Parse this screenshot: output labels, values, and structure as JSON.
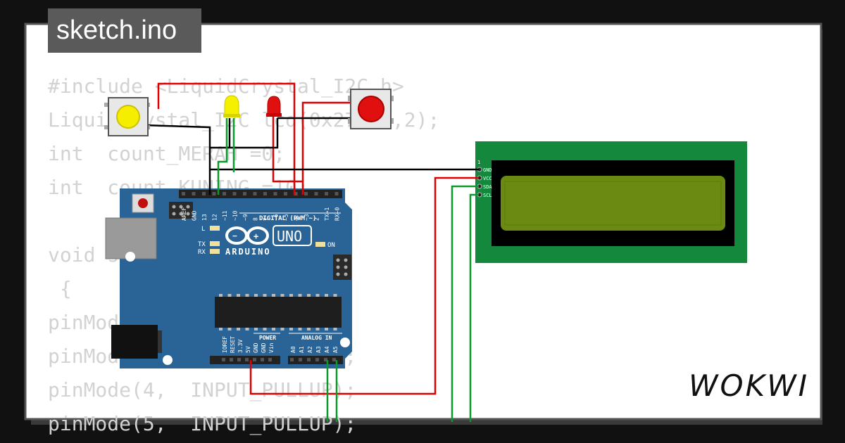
{
  "tab": {
    "title": "sketch.ino"
  },
  "code": {
    "lines": [
      "#include <LiquidCrystal_I2C.h>",
      "LiquidCrystal_I2C lcd(0x27,16,2);",
      "int  count_MERAH =0;",
      "int  count_KUNING =10;",
      "",
      "void setup()",
      " {",
      "pinMode(2,  INPUT_PULLUP);",
      "pinMode(3,  INPUT_PULLUP);",
      "pinMode(4,  INPUT_PULLUP);",
      "pinMode(5,  INPUT_PULLUP);"
    ]
  },
  "arduino": {
    "brand": "ARDUINO",
    "model": "UNO",
    "digital_label": "DIGITAL (PWM ~)",
    "analog_label": "ANALOG IN",
    "power_label": "POWER",
    "on_label": "ON",
    "l_label": "L",
    "tx_label": "TX",
    "rx_label": "RX",
    "digital_pins": [
      "AREF",
      "GND",
      "13",
      "12",
      "~11",
      "~10",
      "~9",
      "8",
      "7",
      "~6",
      "~5",
      "4",
      "~3",
      "2",
      "TX→1",
      "RX←0"
    ],
    "power_pins": [
      "IOREF",
      "RESET",
      "3.3V",
      "5V",
      "GND",
      "GND",
      "Vin"
    ],
    "analog_pins": [
      "A0",
      "A1",
      "A2",
      "A3",
      "A4",
      "A5"
    ]
  },
  "lcd": {
    "pin_one": "1",
    "pins": [
      "GND",
      "VCC",
      "SDA",
      "SCL"
    ],
    "pcb_color": "#14893e",
    "screen_color": "#6b8a12"
  },
  "logo": {
    "text": "WOKWI"
  },
  "colors": {
    "board": "#2a6496",
    "wire_red": "#e00000",
    "wire_black": "#000000",
    "wire_green": "#0a9a2a"
  }
}
